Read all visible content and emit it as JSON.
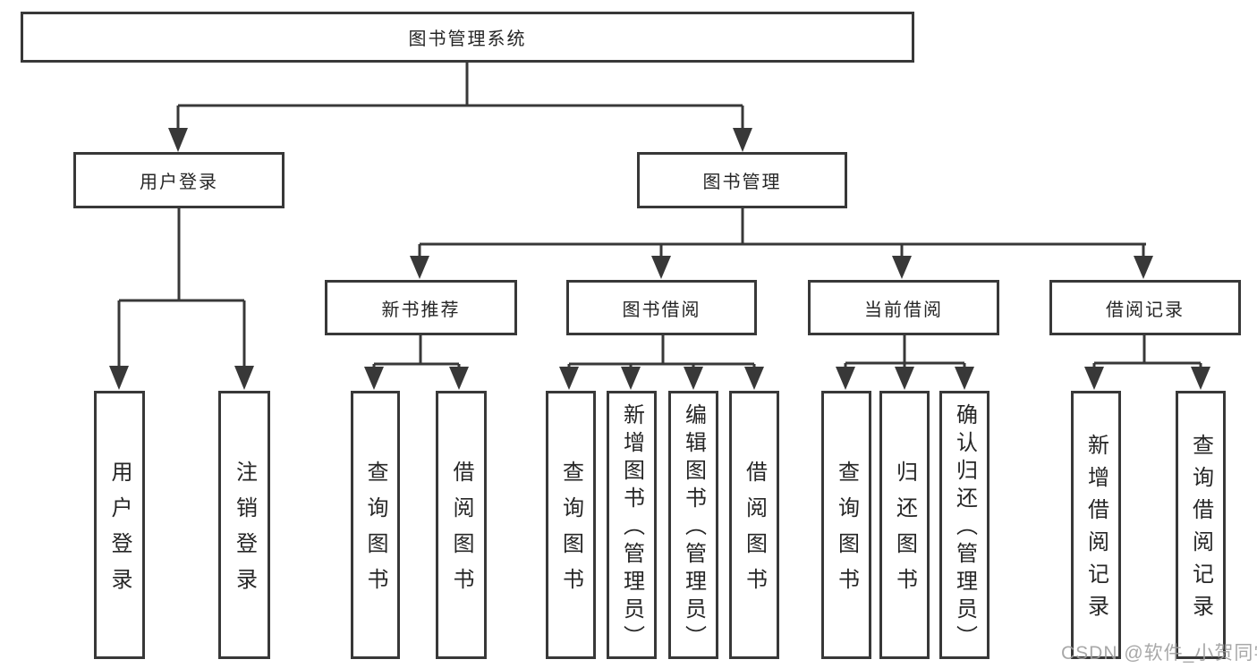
{
  "diagram_title": "图书管理系统",
  "tree": {
    "label": "图书管理系统",
    "children": [
      {
        "label": "用户登录",
        "children": [
          {
            "label": "用户登录"
          },
          {
            "label": "注销登录"
          }
        ]
      },
      {
        "label": "图书管理",
        "children": [
          {
            "label": "新书推荐",
            "children": [
              {
                "label": "查询图书"
              },
              {
                "label": "借阅图书"
              }
            ]
          },
          {
            "label": "图书借阅",
            "children": [
              {
                "label": "查询图书"
              },
              {
                "label": "新增图书（管理员）"
              },
              {
                "label": "编辑图书（管理员）"
              },
              {
                "label": "借阅图书"
              }
            ]
          },
          {
            "label": "当前借阅",
            "children": [
              {
                "label": "查询图书"
              },
              {
                "label": "归还图书"
              },
              {
                "label": "确认归还（管理员）"
              }
            ]
          },
          {
            "label": "借阅记录",
            "children": [
              {
                "label": "新增借阅记录"
              },
              {
                "label": "查询借阅记录"
              }
            ]
          }
        ]
      }
    ]
  },
  "watermark": {
    "text": "CSDN @软件_小贺同学"
  },
  "colors": {
    "line": "#383838",
    "box_border": "#383838",
    "box_fill": "#ffffff",
    "text": "#262626",
    "watermark": "#9e9e9e",
    "background": "#ffffff"
  }
}
